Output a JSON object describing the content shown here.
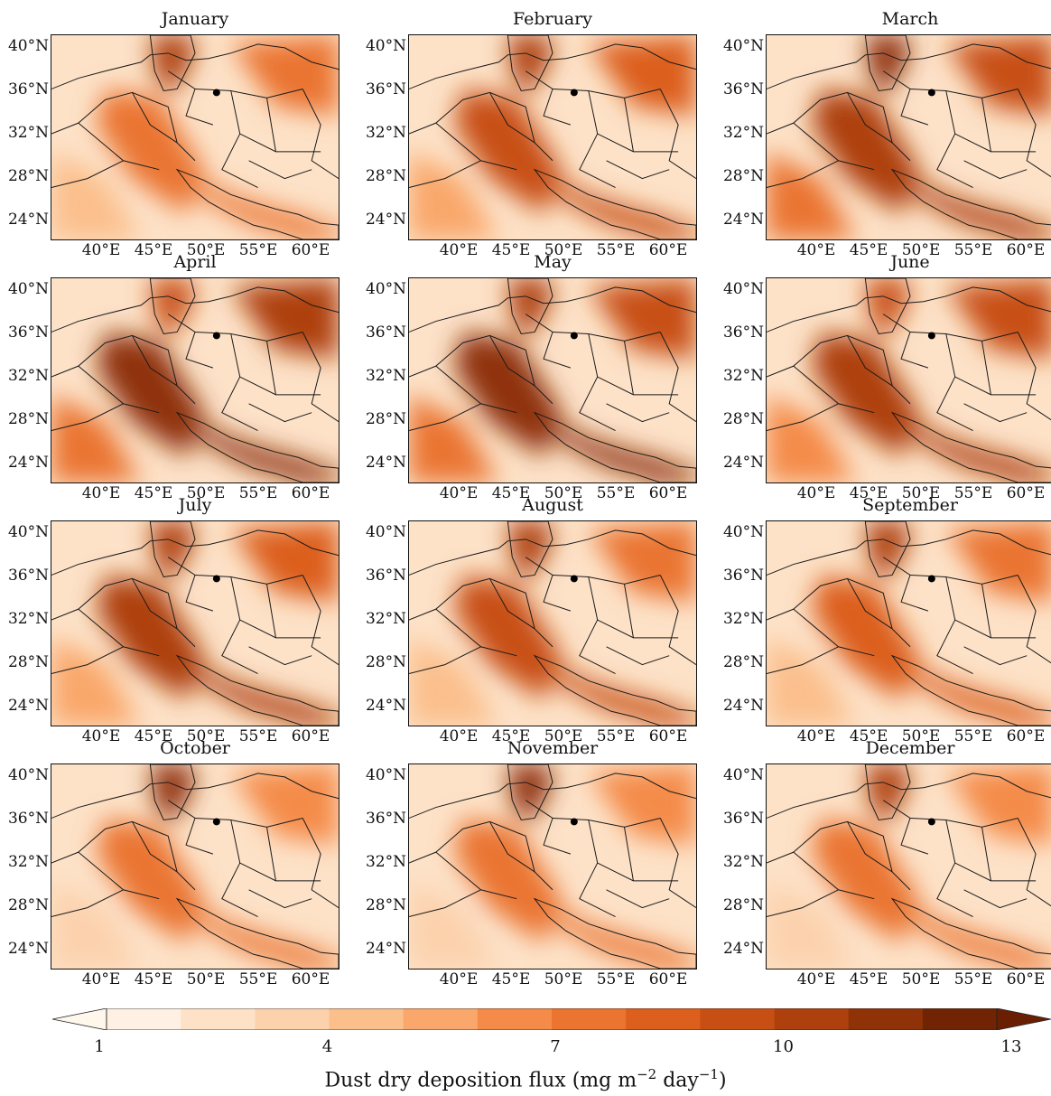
{
  "panels": [
    {
      "title": "January",
      "c": [
        0.25,
        0.55,
        0.85
      ]
    },
    {
      "title": "February",
      "c": [
        0.35,
        0.7,
        0.8
      ]
    },
    {
      "title": "March",
      "c": [
        0.5,
        0.85,
        0.9
      ]
    },
    {
      "title": "April",
      "c": [
        0.55,
        0.95,
        0.75
      ]
    },
    {
      "title": "May",
      "c": [
        0.5,
        0.9,
        0.8
      ]
    },
    {
      "title": "June",
      "c": [
        0.45,
        0.85,
        0.75
      ]
    },
    {
      "title": "July",
      "c": [
        0.35,
        0.8,
        0.8
      ]
    },
    {
      "title": "August",
      "c": [
        0.3,
        0.7,
        0.8
      ]
    },
    {
      "title": "September",
      "c": [
        0.25,
        0.6,
        0.85
      ]
    },
    {
      "title": "October",
      "c": [
        0.2,
        0.5,
        0.9
      ]
    },
    {
      "title": "November",
      "c": [
        0.2,
        0.5,
        0.9
      ]
    },
    {
      "title": "December",
      "c": [
        0.2,
        0.55,
        0.85
      ]
    }
  ],
  "lat_ticks": [
    "40°N",
    "36°N",
    "32°N",
    "28°N",
    "24°N"
  ],
  "lon_ticks": [
    "40°E",
    "45°E",
    "50°E",
    "55°E",
    "60°E"
  ],
  "colorbar": {
    "ticks": [
      "1",
      "4",
      "7",
      "10",
      "13"
    ],
    "label_main": "Dust dry deposition flux (mg m",
    "label_exp1": "−2",
    "label_mid": " day",
    "label_exp2": "−1",
    "label_end": ")",
    "colors": [
      "#fef0e2",
      "#fde2c8",
      "#fcd2ad",
      "#fbbf8c",
      "#f9a76a",
      "#f48b48",
      "#ea7430",
      "#dc5f1d",
      "#c84f14",
      "#ae400d",
      "#8f3207",
      "#702404"
    ],
    "min_color": "#fff6ec",
    "max_color": "#6a1f03"
  }
}
